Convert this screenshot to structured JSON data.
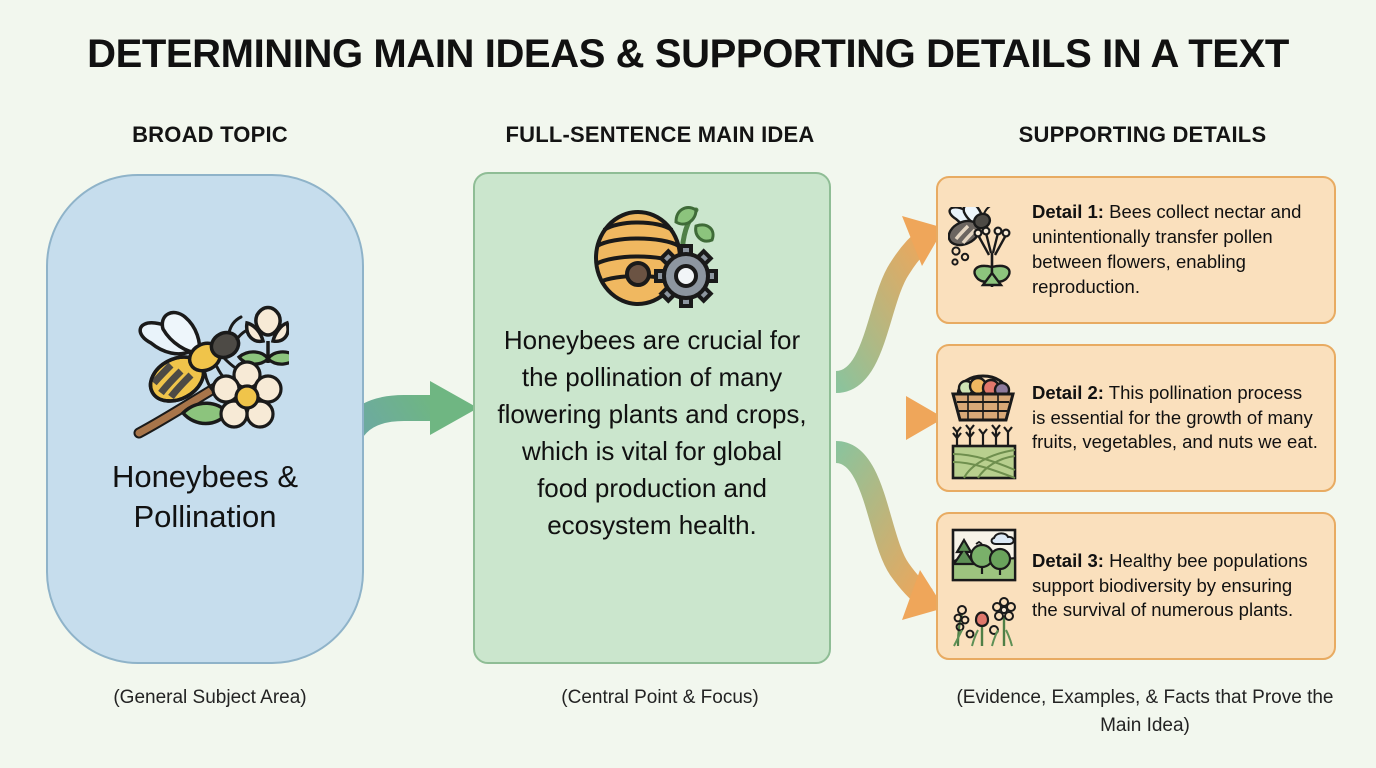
{
  "page": {
    "title": "DETERMINING MAIN IDEAS & SUPPORTING DETAILS IN A TEXT",
    "background_color": "#f2f7ee"
  },
  "columns": {
    "broad_topic": {
      "header": "BROAD TOPIC",
      "caption": "(General Subject Area)",
      "box_text": "Honeybees & Pollination",
      "icon": "bee-and-flower-icon",
      "fill_color": "#c6dded",
      "border_color": "#8fb3c9"
    },
    "main_idea": {
      "header": "FULL-SENTENCE MAIN IDEA",
      "caption": "(Central Point & Focus)",
      "box_text": "Honeybees are crucial for the pollination of many flowering plants and crops, which is vital for global food production and ecosystem health.",
      "icon": "beehive-gear-sprout-icon",
      "fill_color": "#cbe6cd",
      "border_color": "#8fbd95"
    },
    "supporting_details": {
      "header": "SUPPORTING DETAILS",
      "caption": "(Evidence, Examples, & Facts that Prove the Main Idea)",
      "fill_color": "#fae0bd",
      "border_color": "#e8ab62",
      "cards": [
        {
          "label": "Detail 1:",
          "text": "Bees collect nectar and unintentionally transfer pollen between flowers, enabling reproduction.",
          "icon": "bee-pollen-flower-icon"
        },
        {
          "label": "Detail 2:",
          "text": "This pollination process is essential for the growth of many fruits, vegetables, and nuts we eat.",
          "icon": "fruit-basket-farm-field-icon"
        },
        {
          "label": "Detail 3:",
          "text": "Healthy bee populations support biodiversity by ensuring the survival of numerous plants.",
          "icon": "forest-wildflowers-icon"
        }
      ]
    }
  },
  "arrows": {
    "topic_to_main": {
      "name": "curved-arrow-topic-to-main-idea",
      "from_color": "#6a9cc4",
      "to_color": "#72b583"
    },
    "main_to_details": {
      "name": "curved-arrows-main-idea-to-details",
      "from_color": "#7ebb91",
      "to_color": "#efa65a",
      "count": 3
    }
  }
}
